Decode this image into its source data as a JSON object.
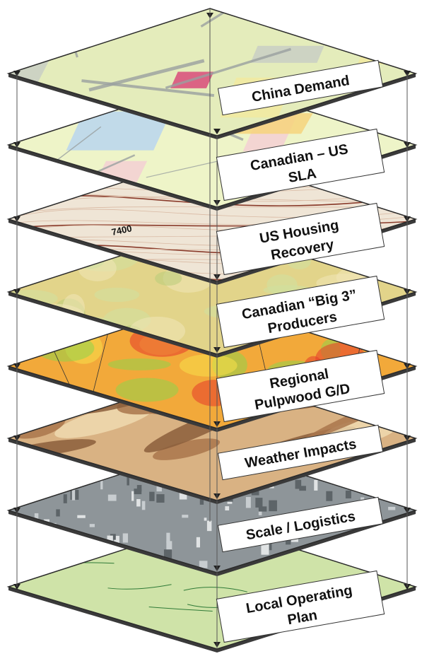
{
  "diagram": {
    "layers": [
      {
        "id": "china-demand",
        "label_lines": [
          "China Demand"
        ],
        "colors": {
          "base": "#e4ecbb",
          "accent1": "#c9cfc4",
          "accent2": "#d94b7a",
          "accent3": "#f2eaa0"
        }
      },
      {
        "id": "canadian-us-sla",
        "label_lines": [
          "Canadian – US",
          "SLA"
        ],
        "colors": {
          "base": "#eef4c8",
          "accent1": "#f3cfd4",
          "accent2": "#f6d37c",
          "accent3": "#b9d5ef"
        }
      },
      {
        "id": "us-housing-recovery",
        "label_lines": [
          "US Housing",
          "Recovery"
        ],
        "colors": {
          "base": "#efe5d6",
          "accent1": "#d9b9a3",
          "accent2": "#8a3b2b",
          "accent3": "#c9a78e"
        },
        "map_annotation": "7400"
      },
      {
        "id": "canadian-big-3-producers",
        "label_lines": [
          "Canadian “Big 3”",
          "Producers"
        ],
        "colors": {
          "base": "#e2d48a",
          "accent1": "#cfe0a0",
          "accent2": "#f0e6b8",
          "accent3": "#b8cc7a"
        }
      },
      {
        "id": "regional-pulpwood-gd",
        "label_lines": [
          "Regional",
          "Pulpwood G/D"
        ],
        "colors": {
          "base": "#f2a93a",
          "accent1": "#e63b2a",
          "accent2": "#8fd34a",
          "accent3": "#f7e04a"
        }
      },
      {
        "id": "weather-impacts",
        "label_lines": [
          "Weather Impacts"
        ],
        "colors": {
          "base": "#d9b283",
          "accent1": "#a9754c",
          "accent2": "#efd9b0",
          "accent3": "#8b5e3c"
        }
      },
      {
        "id": "scale-logistics",
        "label_lines": [
          "Scale / Logistics"
        ],
        "colors": {
          "base": "#8e9599",
          "accent1": "#c8cdd0",
          "accent2": "#5d6468",
          "accent3": "#e0e3e4"
        }
      },
      {
        "id": "local-operating-plan",
        "label_lines": [
          "Local Operating",
          "Plan"
        ],
        "colors": {
          "base": "#cfe3a8",
          "accent1": "#5bb55f",
          "accent2": "#e8efc9",
          "accent3": "#3f9a48"
        }
      }
    ],
    "colors": {
      "edge": "#2b2b2b",
      "connector": "#555555",
      "label_bg": "#ffffff",
      "label_text": "#111111"
    }
  }
}
